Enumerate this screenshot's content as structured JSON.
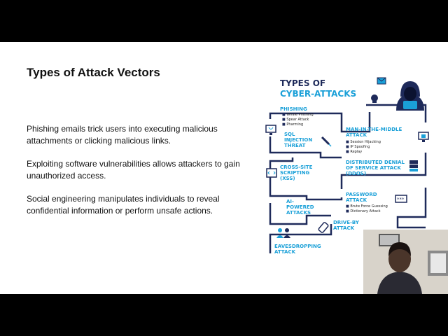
{
  "slide": {
    "title": "Types of Attack Vectors",
    "bullets": [
      "Phishing emails trick users into executing malicious attachments or clicking malicious links.",
      "Exploiting software vulnerabilities allows attackers to gain unauthorized access.",
      "Social engineering manipulates individuals to reveal confidential information or perform unsafe actions."
    ]
  },
  "infographic": {
    "heading_line1": "TYPES OF",
    "heading_line2": "CYBER-ATTACKS",
    "phishing": {
      "title": "PHISHING",
      "items": [
        "Whale Phishing",
        "Spear Attack",
        "Pharming"
      ]
    },
    "sql": "SQL INJECTION THREAT",
    "mitm": {
      "title": "MAN-IN-THE-MIDDLE ATTACK",
      "items": [
        "Session Hijacking",
        "IP Spoofing",
        "Replay"
      ]
    },
    "xss": "CROSS-SITE SCRIPTING (XSS)",
    "ddos": "DISTRIBUTED DENIAL OF SERVICE ATTACK (DDOS)",
    "password": {
      "title": "PASSWORD ATTACK",
      "items": [
        "Brute Force Guessing",
        "Dictionary Attack"
      ]
    },
    "ai": "AI-POWERED ATTACKS",
    "driveby": "DRIVE-BY ATTACK",
    "eavesdropping": "EAVESDROPPING ATTACK",
    "colors": {
      "navy": "#1e2a5a",
      "cyan": "#1aa0d8"
    }
  },
  "webcam": {
    "icon": "presenter-webcam-feed"
  }
}
